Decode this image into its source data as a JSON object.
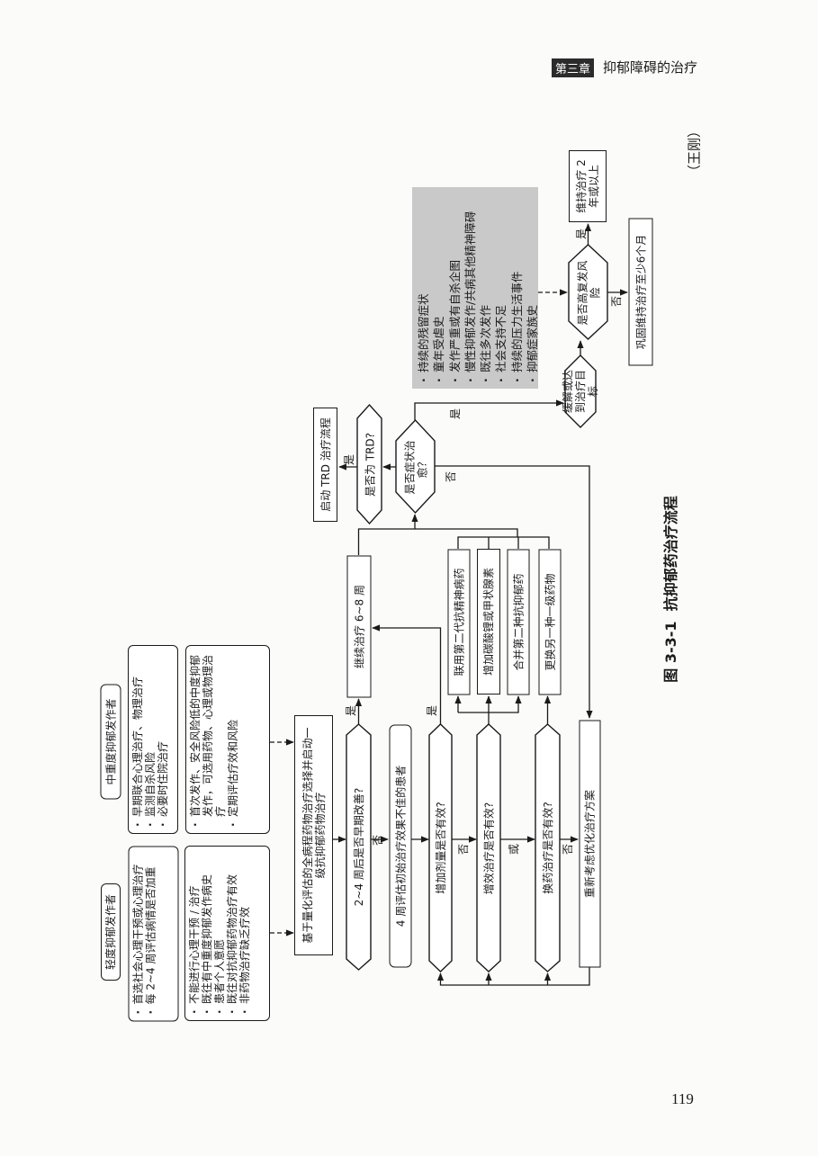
{
  "header": {
    "chapter": "第三章",
    "title": "抑郁障碍的治疗"
  },
  "author": "（王刚）",
  "caption": {
    "number": "图 3-3-1",
    "title": "抗抑郁药治疗流程"
  },
  "page_number": "119",
  "colors": {
    "risk_box": "#c9c9c9",
    "line": "#1a1a1a"
  },
  "groups": {
    "mild": {
      "label": "轻度抑郁发作者",
      "box1": [
        "首选社会心理干预或心理治疗",
        "每 2~4 周评估病情是否加重"
      ],
      "box2": [
        "不能进行心理干预 / 治疗",
        "既往有中重度抑郁发作病史",
        "患者个人意愿",
        "既往对抗抑郁药物治疗有效",
        "非药物治疗缺乏疗效"
      ]
    },
    "moderate_severe": {
      "label": "中重度抑郁发作者",
      "box1": [
        "早期联合心理治疗、物理治疗",
        "监测自杀风险",
        "必要时住院治疗"
      ],
      "box2": [
        "首次发作、安全风险低的中度抑郁发作，可选用药物、心理或物理治疗",
        "定期评估疗效和风险"
      ]
    }
  },
  "flow": {
    "start": "基于量化评估的全病程药物治疗选择并启动一级抗抑郁药物治疗",
    "q_early": "2~4 周后是否早期改善?",
    "eval_4w": "4 周评估初始治疗效果不佳的患者",
    "q_dose": "增加剂量是否有效?",
    "q_augment": "增效治疗是否有效?",
    "q_switch": "换药治疗是否有效?",
    "reconsider": "重新考虑优化治疗方案",
    "continue": "继续治疗 6~8 周",
    "options": [
      "联用第二代抗精神病药",
      "增加碳酸锂或甲状腺素",
      "合并第二种抗抑郁药",
      "更换另一种一级药物"
    ],
    "q_cured": "是否症状治愈？",
    "q_trd": "是否为 TRD?",
    "trd": "启动 TRD 治疗流程",
    "remission": "缓解或达到治疗目标",
    "q_relapse": "是否高复发风险",
    "maintain": "维持治疗 2 年或以上",
    "consolidate": "巩固维持治疗至少6个月",
    "risk_factors": [
      "持续的残留症状",
      "童年受虐史",
      "发作严重或有自杀企图",
      "慢性抑郁发作/共病其他精神障碍",
      "既往多次发作",
      "社会支持不足",
      "持续的压力生活事件",
      "抑郁症家族史"
    ]
  },
  "edge_labels": {
    "yes": "是",
    "no": "否",
    "or": "或"
  }
}
